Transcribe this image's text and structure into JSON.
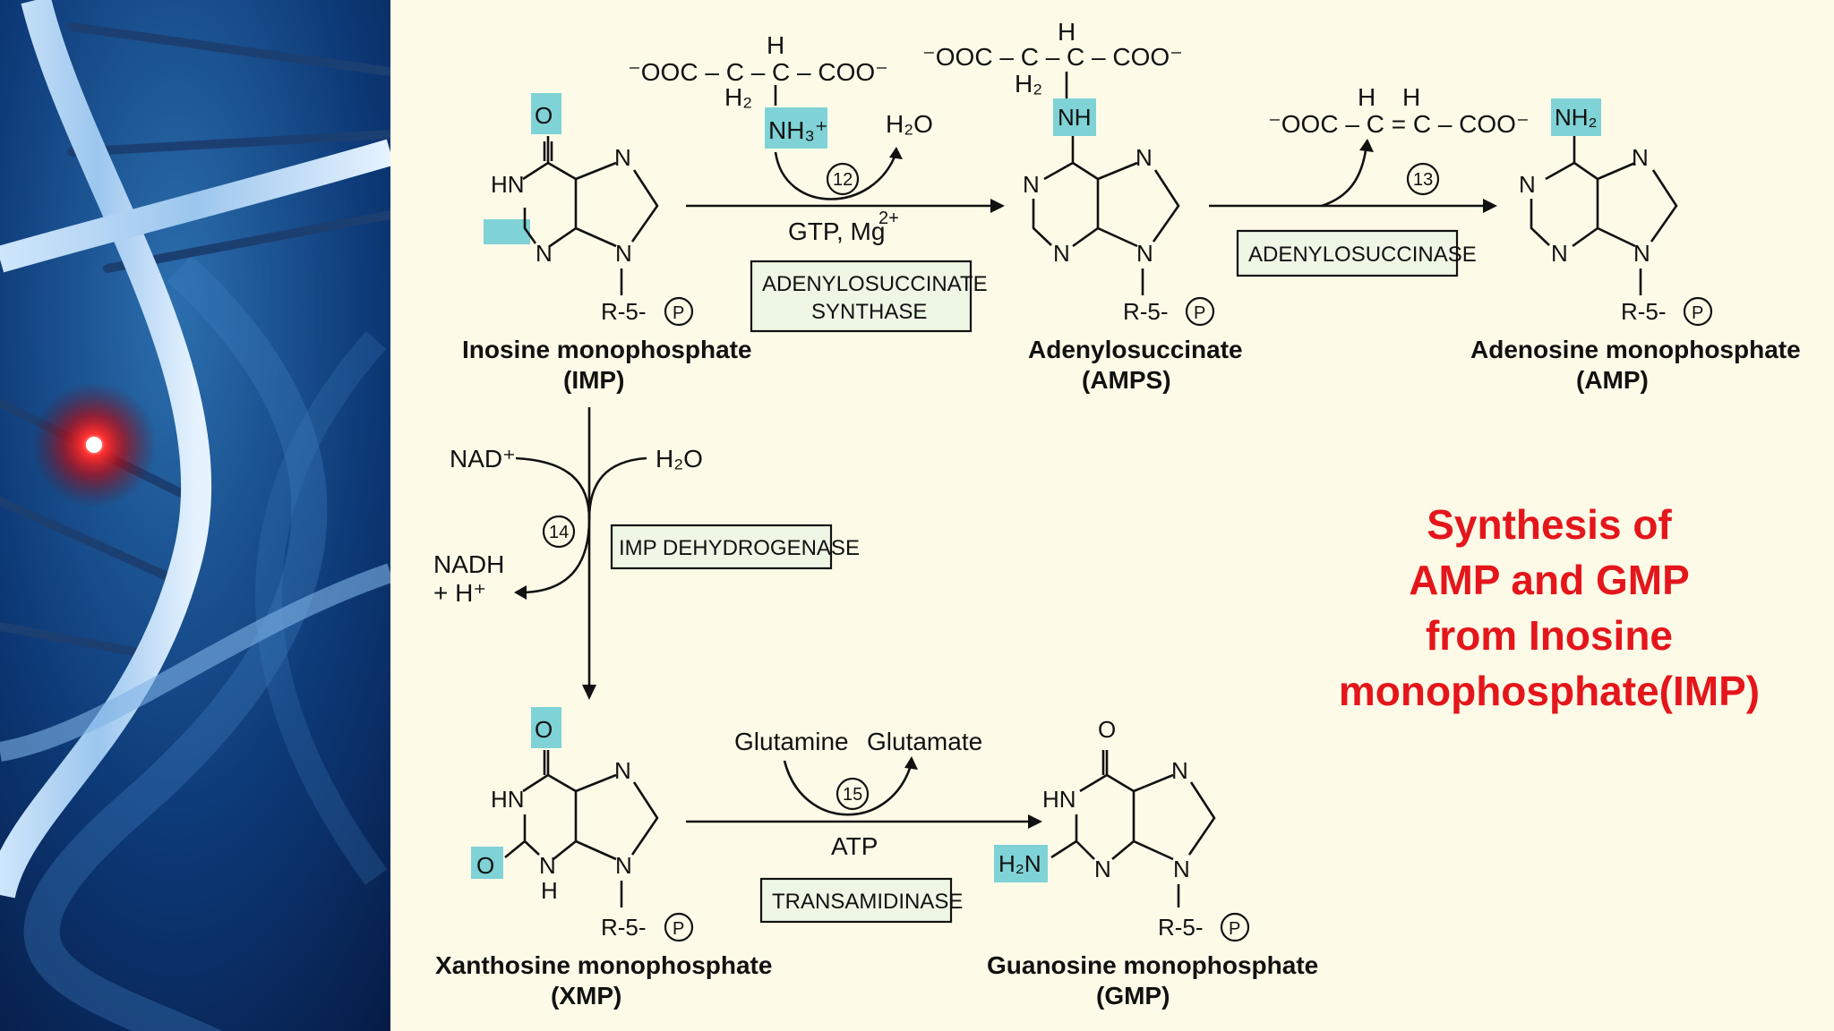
{
  "title": {
    "lines": [
      "Synthesis of",
      "AMP and GMP",
      "from Inosine",
      "monophosphate(IMP)"
    ],
    "color": "#e4161b"
  },
  "colors": {
    "background": "#fdfbe8",
    "highlight": "#7fd2d6",
    "enzyme_box": "#eef7e6",
    "dna_panel": "#0b2b63"
  },
  "compounds": {
    "imp": {
      "name": "Inosine monophosphate",
      "abbr": "(IMP)"
    },
    "amps": {
      "name": "Adenylosuccinate",
      "abbr": "(AMPS)"
    },
    "amp": {
      "name": "Adenosine monophosphate",
      "abbr": "(AMP)"
    },
    "xmp": {
      "name": "Xanthosine monophosphate",
      "abbr": "(XMP)"
    },
    "gmp": {
      "name": "Guanosine monophosphate",
      "abbr": "(GMP)"
    }
  },
  "reactions": {
    "r12": {
      "step": "12",
      "enzyme": [
        "ADENYLOSUCCINATE",
        "SYNTHASE"
      ],
      "cofactor": "GTP, Mg",
      "cofactor_sup": "2+",
      "product": "H₂O",
      "aspartate": {
        "left": "⁻OOC – C – C – COO⁻",
        "h_top": "H",
        "h2": "H₂",
        "amine": "NH₃⁺"
      }
    },
    "r13": {
      "step": "13",
      "enzyme": "ADENYLOSUCCINASE",
      "fumarate": {
        "formula": "⁻OOC – C = C – COO⁻",
        "h1": "H",
        "h2": "H"
      }
    },
    "r14": {
      "step": "14",
      "enzyme": "IMP DEHYDROGENASE",
      "in1": "NAD⁺",
      "in2": "H₂O",
      "out1": "NADH",
      "out2": "+ H⁺"
    },
    "r15": {
      "step": "15",
      "enzyme": "TRANSAMIDINASE",
      "in": "Glutamine",
      "out": "Glutamate",
      "cofactor": "ATP"
    }
  },
  "atoms": {
    "o": "O",
    "n": "N",
    "hn": "HN",
    "nh": "NH",
    "nh2": "NH₂",
    "h2n": "H₂N",
    "h": "H",
    "ribose": "R-5-",
    "phosphate": "P",
    "amps_chain": "⁻OOC – C – C – COO⁻",
    "amps_h": "H",
    "amps_h2": "H₂"
  }
}
